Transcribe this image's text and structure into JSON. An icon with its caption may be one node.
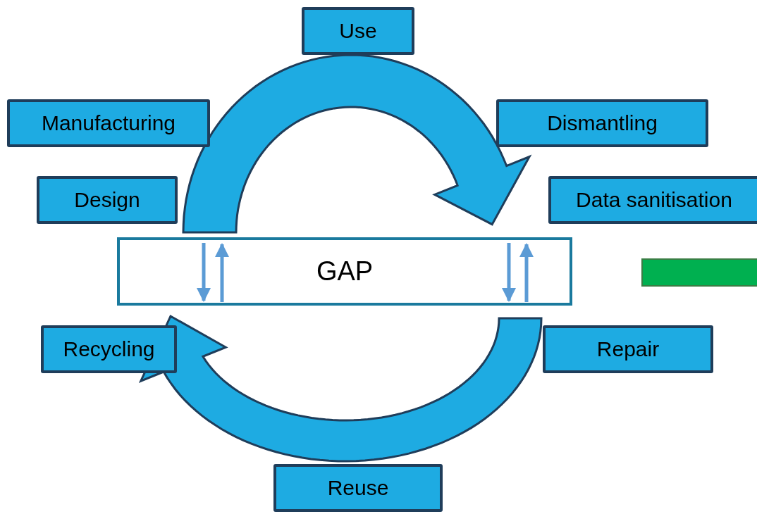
{
  "diagram": {
    "nodes": [
      {
        "text": [
          "Use"
        ]
      },
      {
        "text": [
          "Manufacturing"
        ]
      },
      {
        "text": [
          "Dismantling"
        ]
      },
      {
        "text": [
          "Design"
        ]
      },
      {
        "text": [
          "Data sanitisation"
        ]
      },
      {
        "text": [
          "GAP"
        ]
      },
      {
        "text": [],
        "shape": "bar"
      },
      {
        "text": [
          "Recycling"
        ]
      },
      {
        "text": [
          "Repair"
        ]
      },
      {
        "text": [
          "Reuse"
        ]
      }
    ]
  }
}
